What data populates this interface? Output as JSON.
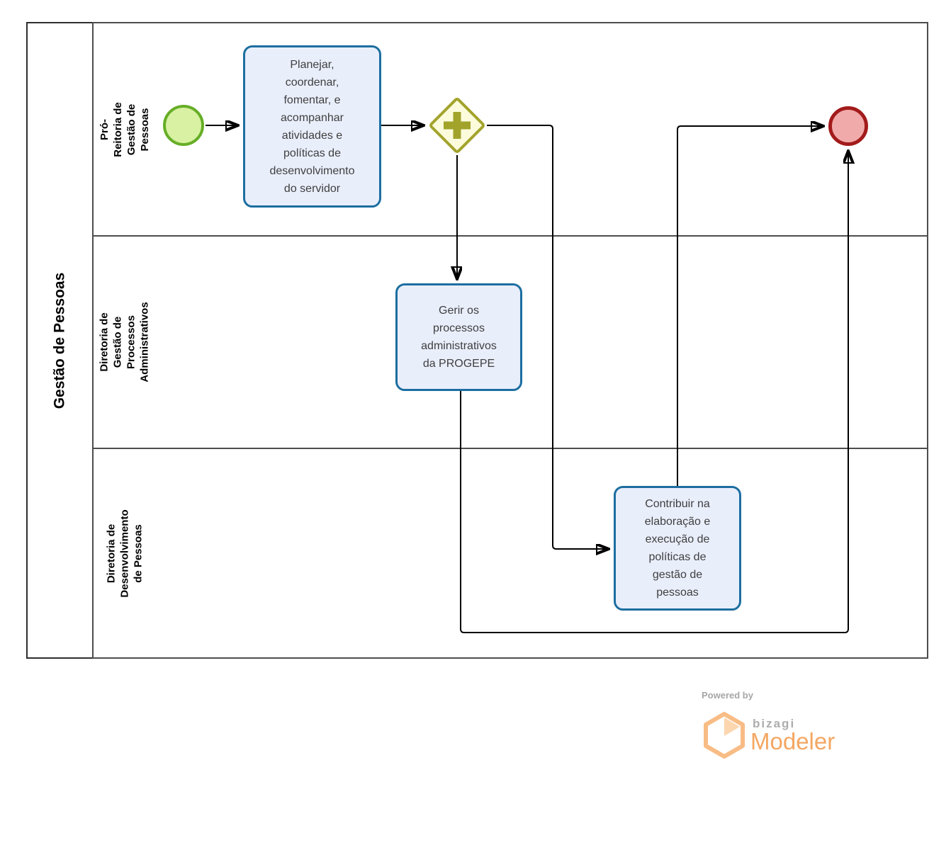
{
  "pool": {
    "title": "Gestão de Pessoas"
  },
  "lanes": [
    {
      "label_lines": [
        "Pró-Reitoria de Gestão de",
        "Pessoas"
      ]
    },
    {
      "label_lines": [
        "Diretoria de Gestão de",
        "Processos Administrativos"
      ]
    },
    {
      "label_lines": [
        "Diretoria de Desenvolvimento",
        "de Pessoas"
      ]
    }
  ],
  "nodes": {
    "start_event": {
      "type": "start-event"
    },
    "task_planejar": {
      "label": "Planejar, coordenar, fomentar, e acompanhar atividades e políticas de desenvolvimento do servidor"
    },
    "gateway_parallel": {
      "type": "parallel-gateway"
    },
    "task_gerir": {
      "label": "Gerir os processos administrativos da PROGEPE"
    },
    "task_contribuir": {
      "label": "Contribuir na elaboração e execução de políticas de gestão de pessoas"
    },
    "end_event": {
      "type": "end-event"
    }
  },
  "footer": {
    "powered_by": "Powered by",
    "brand": "bizagi",
    "product": "Modeler"
  },
  "colors": {
    "task_fill": "#E9EEFB",
    "task_border": "#1C6EA0",
    "gateway_fill": "#FCFCDC",
    "gateway_border": "#A2A32B",
    "start_fill": "#D8F1A2",
    "start_border": "#66AE27",
    "end_fill": "#F1AAAA",
    "end_border": "#A31B1B",
    "flow_line": "#000000",
    "pool_border": "#2E2E2E",
    "lane_border": "#4D4D4D",
    "brand_orange": "#F4A762"
  }
}
